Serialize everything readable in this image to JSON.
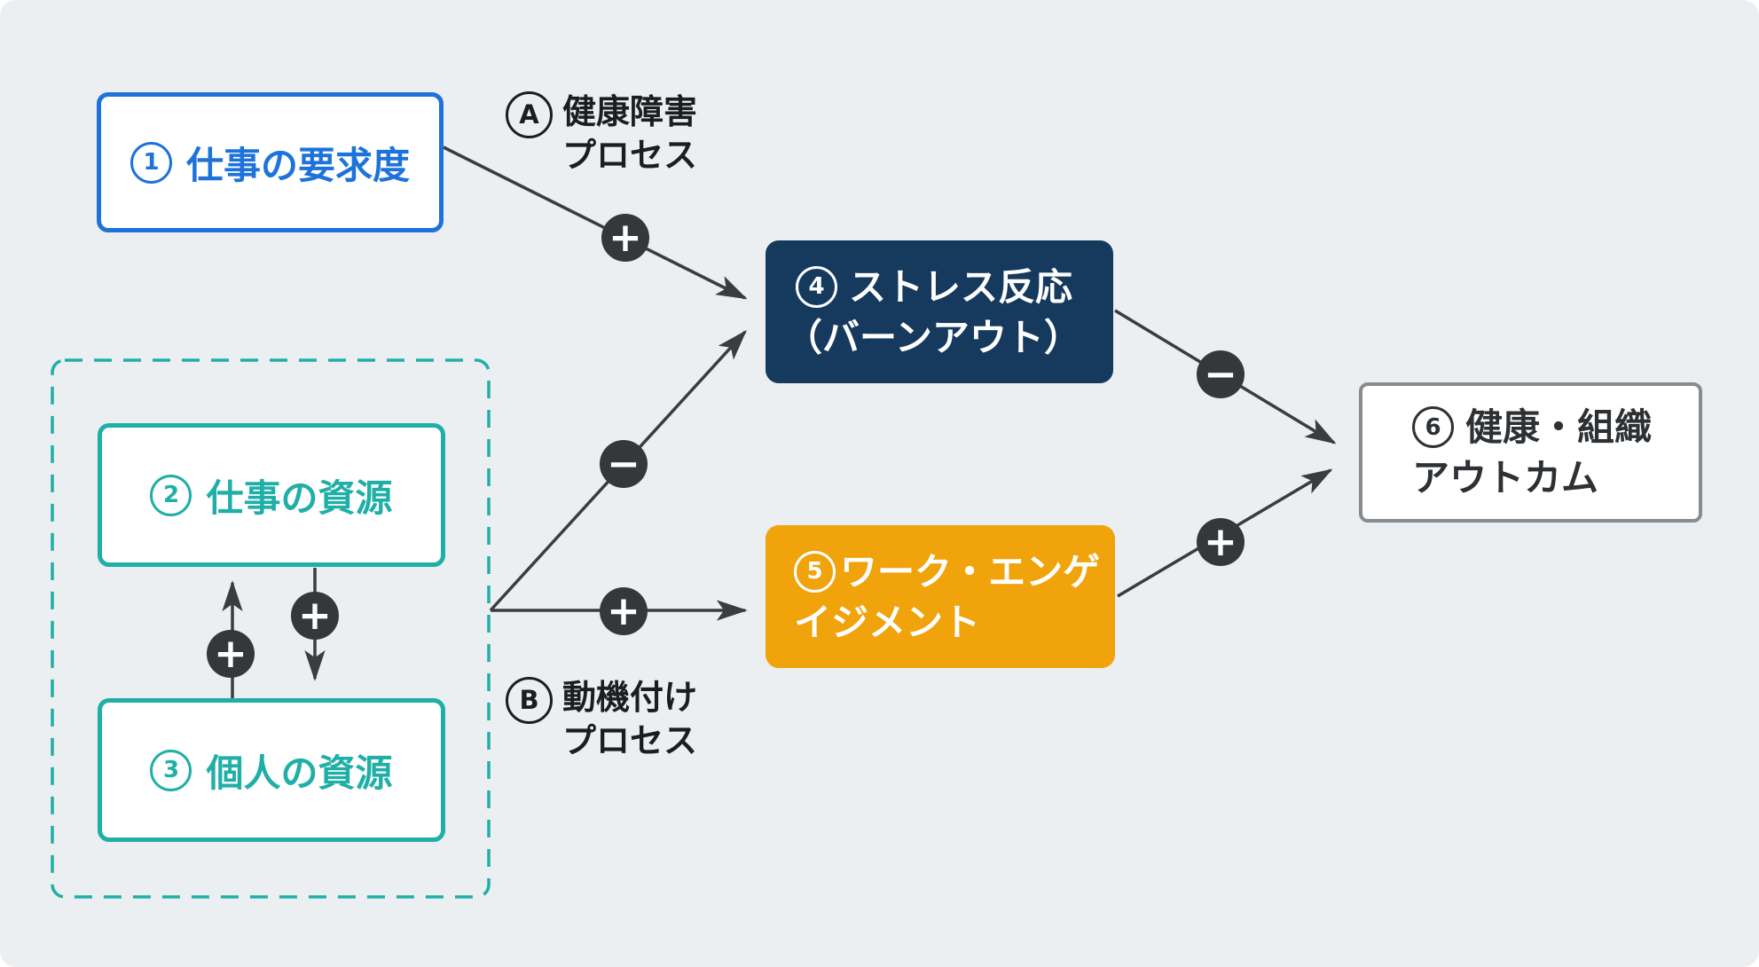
{
  "boxes": {
    "job_demands": {
      "number": "1",
      "label": "仕事の要求度"
    },
    "job_resources": {
      "number": "2",
      "label": "仕事の資源"
    },
    "personal_resources": {
      "number": "3",
      "label": "個人の資源"
    },
    "stress_response": {
      "number": "4",
      "line1": "ストレス反応",
      "line2": "（バーンアウト）"
    },
    "work_engagement": {
      "number": "5",
      "line1": "ワーク・エンゲ",
      "line2": "イジメント"
    },
    "outcomes": {
      "number": "6",
      "line1": "健康・組織",
      "line2": "アウトカム"
    }
  },
  "process_labels": {
    "health_impairment": {
      "letter": "A",
      "line1": "健康障害",
      "line2": "プロセス"
    },
    "motivational": {
      "letter": "B",
      "line1": "動機付け",
      "line2": "プロセス"
    }
  },
  "signs": {
    "plus": "+",
    "minus": "−"
  },
  "colors": {
    "background": "#ECEFF1",
    "box_fill": "#FFFFFF",
    "blue": "#1D73D9",
    "teal": "#20AFA7",
    "navy": "#16395E",
    "orange": "#F0A30B",
    "gray_border": "#898C8E",
    "dark_text": "#2D3134",
    "label_text": "#1B1D1F",
    "line": "#3A3D40",
    "badge_bg": "#35383B",
    "badge_symbol": "#FFFFFF"
  }
}
